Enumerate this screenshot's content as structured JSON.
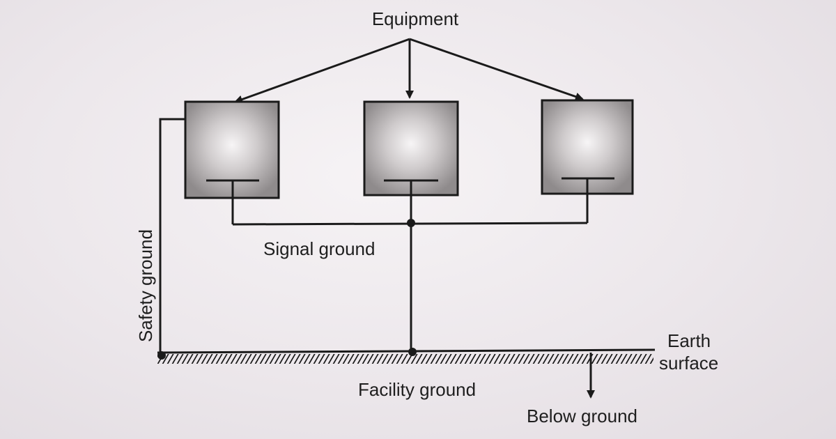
{
  "diagram": {
    "labels": {
      "equipment": "Equipment",
      "signal_ground": "Signal ground",
      "safety_ground": "Safety ground",
      "earth_surface_line1": "Earth",
      "earth_surface_line2": "surface",
      "facility_ground": "Facility ground",
      "below_ground": "Below ground"
    },
    "equipment_count": 3,
    "colors": {
      "line": "#1a1a1a",
      "box_fill": "#8f8b8c",
      "box_glow": "#f7f5f6",
      "text": "#1e1e1e"
    }
  }
}
